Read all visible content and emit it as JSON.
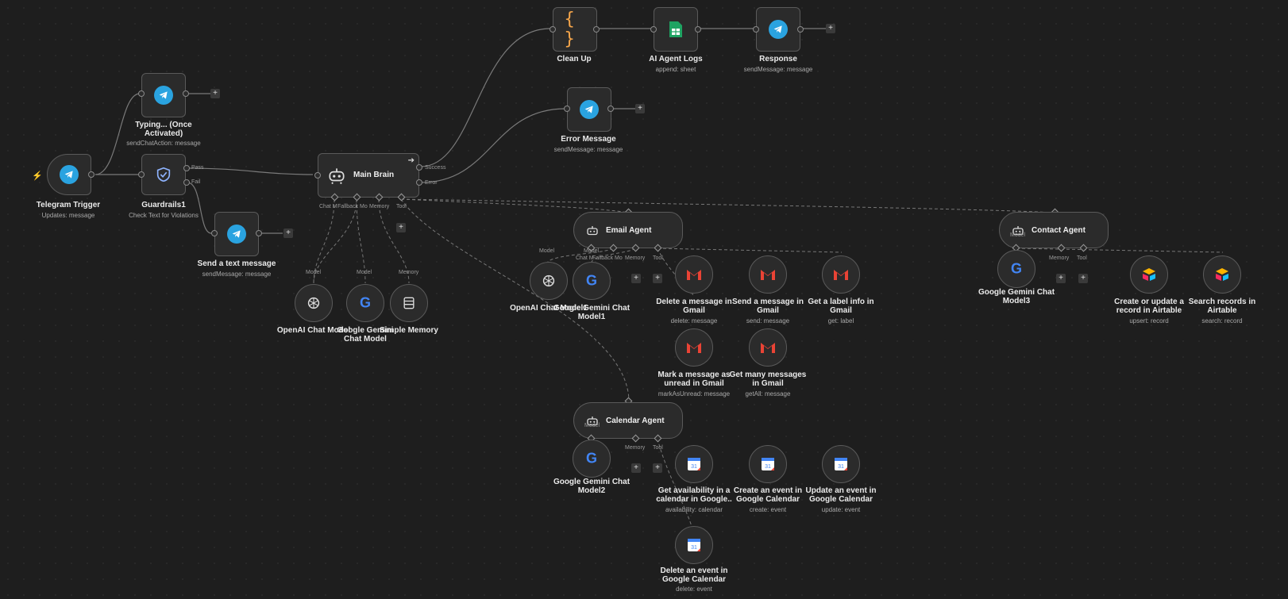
{
  "nodes": {
    "telegram_trigger": {
      "label": "Telegram Trigger",
      "sub": "Updates: message"
    },
    "typing": {
      "label": "Typing... (Once Activated)",
      "sub": "sendChatAction: message"
    },
    "guardrails": {
      "label": "Guardrails1",
      "sub": "Check Text for Violations",
      "pass": "Pass",
      "fail": "Fail"
    },
    "send_text": {
      "label": "Send a text message",
      "sub": "sendMessage: message"
    },
    "main_brain": {
      "label": "Main Brain",
      "success": "Success",
      "error": "Error",
      "p_chat": "Chat M",
      "p_fallback": "Fallback Mo",
      "p_memory": "Memory",
      "p_tool": "Tool"
    },
    "openai1": {
      "label": "OpenAI Chat Model",
      "top": "Model"
    },
    "gemini1": {
      "label": "Google Gemini Chat Model",
      "top": "Model"
    },
    "simple_memory": {
      "label": "Simple Memory",
      "top": "Memory"
    },
    "clean_up": {
      "label": "Clean Up"
    },
    "ai_logs": {
      "label": "AI Agent Logs",
      "sub": "append: sheet"
    },
    "response": {
      "label": "Response",
      "sub": "sendMessage: message"
    },
    "error_msg": {
      "label": "Error Message",
      "sub": "sendMessage: message"
    },
    "email_agent": {
      "label": "Email Agent",
      "p_model": "Model",
      "p_chat": "Chat M",
      "p_fallback": "Fallback Mo",
      "p_memory": "Memory",
      "p_tool": "Tool"
    },
    "openai2": {
      "label": "OpenAI Chat Model1",
      "top": "Model"
    },
    "gemini_email": {
      "label": "Google Gemini Chat Model1",
      "top": "Model"
    },
    "gm_delete": {
      "label": "Delete a message in Gmail",
      "sub": "delete: message"
    },
    "gm_send": {
      "label": "Send a message in Gmail",
      "sub": "send: message"
    },
    "gm_label": {
      "label": "Get a label info in Gmail",
      "sub": "get: label"
    },
    "gm_unread": {
      "label": "Mark a message as unread in Gmail",
      "sub": "markAsUnread: message"
    },
    "gm_many": {
      "label": "Get many messages in Gmail",
      "sub": "getAll: message"
    },
    "contact_agent": {
      "label": "Contact Agent",
      "p_model": "Model",
      "p_memory": "Memory",
      "p_tool": "Tool"
    },
    "gemini3": {
      "label": "Google Gemini Chat Model3"
    },
    "at_upsert": {
      "label": "Create or update a record in Airtable",
      "sub": "upsert: record"
    },
    "at_search": {
      "label": "Search records in Airtable",
      "sub": "search: record"
    },
    "calendar_agent": {
      "label": "Calendar Agent",
      "p_model": "Model",
      "p_memory": "Memory",
      "p_tool": "Tool"
    },
    "gemini2": {
      "label": "Google Gemini Chat Model2"
    },
    "gc_avail": {
      "label": "Get availability in a calendar in Google..",
      "sub": "availability: calendar"
    },
    "gc_create": {
      "label": "Create an event in Google Calendar",
      "sub": "create: event"
    },
    "gc_update": {
      "label": "Update an event in Google Calendar",
      "sub": "update: event"
    },
    "gc_delete": {
      "label": "Delete an event in Google Calendar",
      "sub": "delete: event"
    }
  },
  "icons": {
    "telegram": "telegram-icon",
    "sheets": "google-sheets-icon",
    "code": "code-braces-icon",
    "gmail": "gmail-icon",
    "calendar": "google-calendar-icon",
    "airtable": "airtable-icon",
    "openai": "openai-icon",
    "google": "google-icon",
    "memory": "database-icon",
    "robot": "robot-icon",
    "shield": "shield-check-icon"
  },
  "colors": {
    "canvas": "#1e1e1e",
    "node": "#2b2b2b",
    "telegram": "#2aa3e0",
    "edge": "#7a7a7a",
    "trigger": "#ff6d3a"
  },
  "plus": "+"
}
